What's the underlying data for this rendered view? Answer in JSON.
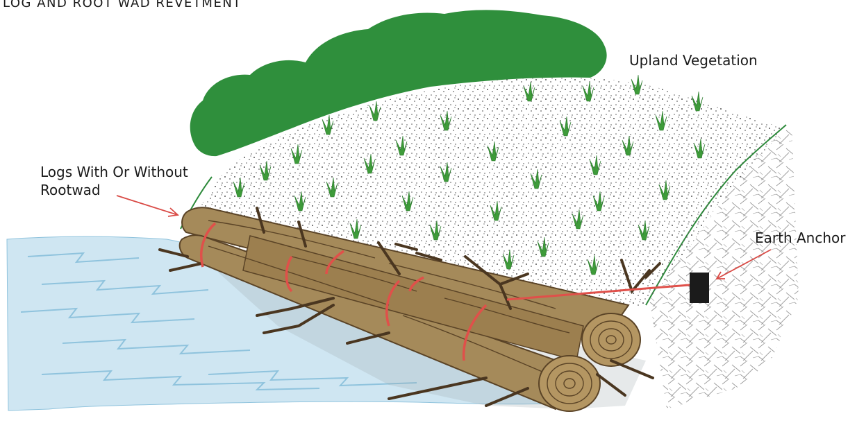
{
  "title": "LOG AND ROOT WAD REVETMENT",
  "labels": {
    "upland": "Upland Vegetation",
    "logs_line1": "Logs With Or Without",
    "logs_line2": "Rootwad",
    "anchor": "Earth Anchor"
  },
  "colors": {
    "tree_canopy": "#2f8f3c",
    "grass_tuft": "#3e9b3a",
    "water": "#cfe6f2",
    "water_ripple": "#8fc3dd",
    "log_bark": "#a58a5a",
    "log_dark": "#5a4326",
    "rope": "#e0504a",
    "pointer": "#d94a45",
    "anchor": "#1b1b1b",
    "bank_line": "#2d8a3b"
  },
  "icons": [
    "tree-canopy",
    "grass-tuft",
    "log",
    "root-wad",
    "earth-anchor",
    "water",
    "rope-tie"
  ]
}
